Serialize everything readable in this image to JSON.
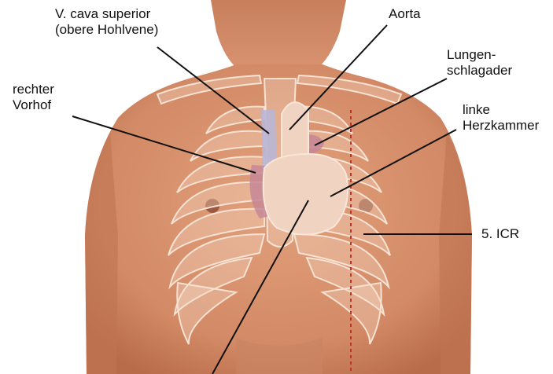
{
  "labels": {
    "vena_cava": {
      "line1": "V. cava superior",
      "line2": "(obere Hohlvene)"
    },
    "aorta": {
      "line1": "Aorta"
    },
    "pulmonary_artery": {
      "line1": "Lungen-",
      "line2": "schlagader"
    },
    "right_atrium": {
      "line1": "rechter",
      "line2": "Vorhof"
    },
    "left_ventricle": {
      "line1": "linke",
      "line2": "Herzkammer"
    },
    "icr": {
      "line1": "5. ICR"
    }
  },
  "colors": {
    "background": "#ffffff",
    "skin": "#d99370",
    "skin_shadow": "#b86c4a",
    "rib_outline": "#f4dccb",
    "heart": "#f1d3c1",
    "vessel_blue": "#b9b6d6",
    "vessel_red": "#c78796",
    "leader_line": "#111111",
    "midclavicular_line": "#c0322a"
  }
}
